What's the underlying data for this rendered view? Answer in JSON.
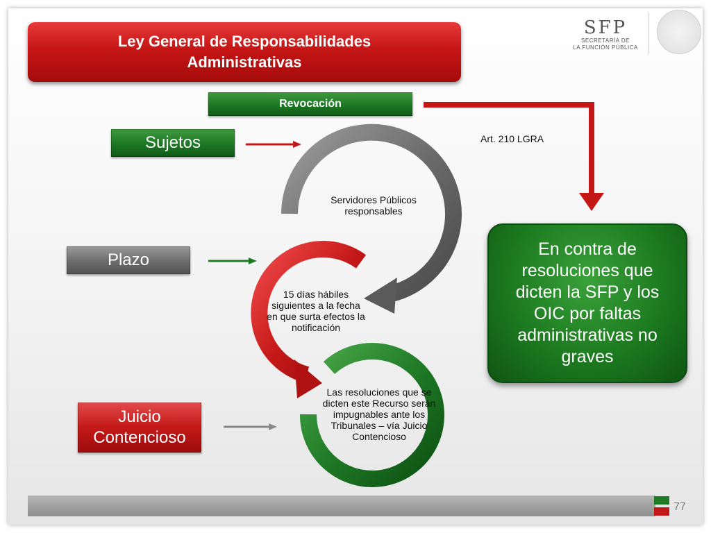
{
  "title": {
    "line1": "Ley General de Responsabilidades",
    "line2": "Administrativas"
  },
  "revocacion": "Revocación",
  "sujetos": "Sujetos",
  "plazo": "Plazo",
  "juicio": {
    "line1": "Juicio",
    "line2": "Contencioso"
  },
  "art_ref": "Art. 210 LGRA",
  "cycle": {
    "servidores": "Servidores Públicos responsables",
    "plazo_text": "15 días hábiles siguientes a la fecha en que surta efectos la notificación",
    "resoluciones": "Las resoluciones que se dicten este Recurso serán impugnables ante los Tribunales – vía Juicio Contencioso"
  },
  "green_box": "En contra de resoluciones que dicten la SFP y los OIC por faltas administrativas no graves",
  "logo": {
    "name": "SFP",
    "line1": "SECRETARÍA DE",
    "line2": "LA FUNCIÓN PÚBLICA"
  },
  "page_number": "77",
  "colors": {
    "red": "#c41818",
    "green": "#1f7a26",
    "gray": "#6f6f6f"
  }
}
